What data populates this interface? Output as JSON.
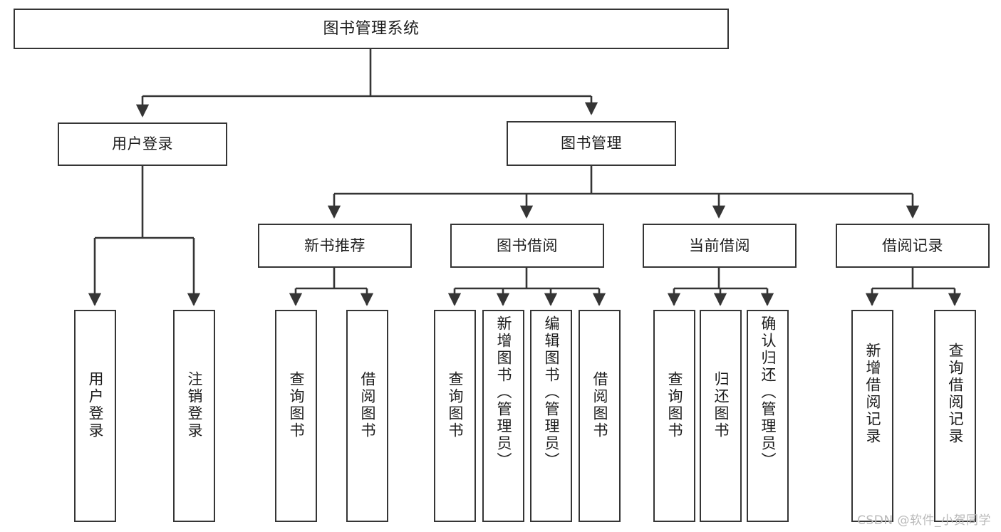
{
  "diagram": {
    "type": "tree",
    "title": "图书管理系统",
    "background_color": "#ffffff",
    "line_color": "#353535",
    "text_color": "#1c1c1c",
    "watermark": "CSDN @软件_小贺同学",
    "nodes": {
      "root": {
        "label": "图书管理系统"
      },
      "level2": [
        {
          "id": "user-login",
          "label": "用户登录"
        },
        {
          "id": "book-manage",
          "label": "图书管理"
        }
      ],
      "level3": [
        {
          "id": "new-book-recommend",
          "label": "新书推荐"
        },
        {
          "id": "book-borrow",
          "label": "图书借阅"
        },
        {
          "id": "current-borrow",
          "label": "当前借阅"
        },
        {
          "id": "borrow-record",
          "label": "借阅记录"
        }
      ],
      "leaves": {
        "user_login": [
          {
            "id": "leaf-user-login",
            "label": "用户登录"
          },
          {
            "id": "leaf-logout-login",
            "label": "注销登录"
          }
        ],
        "new_book_recommend": [
          {
            "id": "leaf-query-book-1",
            "label": "查询图书"
          },
          {
            "id": "leaf-borrow-book-1",
            "label": "借阅图书"
          }
        ],
        "book_borrow": [
          {
            "id": "leaf-query-book-2",
            "label": "查询图书"
          },
          {
            "id": "leaf-add-book",
            "label": "新增图书（管理员）"
          },
          {
            "id": "leaf-edit-book",
            "label": "编辑图书（管理员）"
          },
          {
            "id": "leaf-borrow-book-2",
            "label": "借阅图书"
          }
        ],
        "current_borrow": [
          {
            "id": "leaf-query-book-3",
            "label": "查询图书"
          },
          {
            "id": "leaf-return-book",
            "label": "归还图书"
          },
          {
            "id": "leaf-confirm-return",
            "label": "确认归还（管理员）"
          }
        ],
        "borrow_record": [
          {
            "id": "leaf-add-record",
            "label": "新增借阅记录"
          },
          {
            "id": "leaf-query-record",
            "label": "查询借阅记录"
          }
        ]
      }
    }
  }
}
